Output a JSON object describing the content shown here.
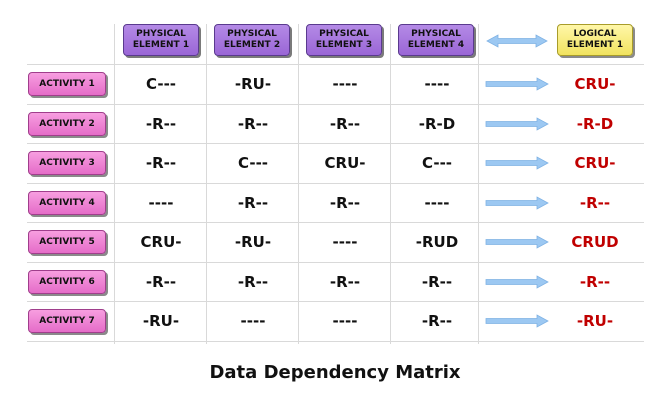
{
  "headers": {
    "physical": [
      "PHYSICAL\nELEMENT 1",
      "PHYSICAL\nELEMENT 2",
      "PHYSICAL\nELEMENT 3",
      "PHYSICAL\nELEMENT 4"
    ],
    "logical": "LOGICAL\nELEMENT 1"
  },
  "rows": [
    {
      "activity": "ACTIVITY 1",
      "cells": [
        "C---",
        "-RU-",
        "----",
        "----"
      ],
      "logical": "CRU-"
    },
    {
      "activity": "ACTIVITY 2",
      "cells": [
        "-R--",
        "-R--",
        "-R--",
        "-R-D"
      ],
      "logical": "-R-D"
    },
    {
      "activity": "ACTIVITY 3",
      "cells": [
        "-R--",
        "C---",
        "CRU-",
        "C---"
      ],
      "logical": "CRU-"
    },
    {
      "activity": "ACTIVITY 4",
      "cells": [
        "----",
        "-R--",
        "-R--",
        "----"
      ],
      "logical": "-R--"
    },
    {
      "activity": "ACTIVITY 5",
      "cells": [
        "CRU-",
        "-RU-",
        "----",
        "-RUD"
      ],
      "logical": "CRUD"
    },
    {
      "activity": "ACTIVITY 6",
      "cells": [
        "-R--",
        "-R--",
        "-R--",
        "-R--"
      ],
      "logical": "-R--"
    },
    {
      "activity": "ACTIVITY 7",
      "cells": [
        "-RU-",
        "----",
        "----",
        "-R--"
      ],
      "logical": "-RU-"
    }
  ],
  "caption": "Data Dependency Matrix",
  "colors": {
    "logical_text": "#c00000",
    "arrow": "#9cc8f2",
    "activity_fill": "#f28ad8",
    "physical_fill": "#a979e0",
    "logical_fill": "#f7ec7e"
  }
}
